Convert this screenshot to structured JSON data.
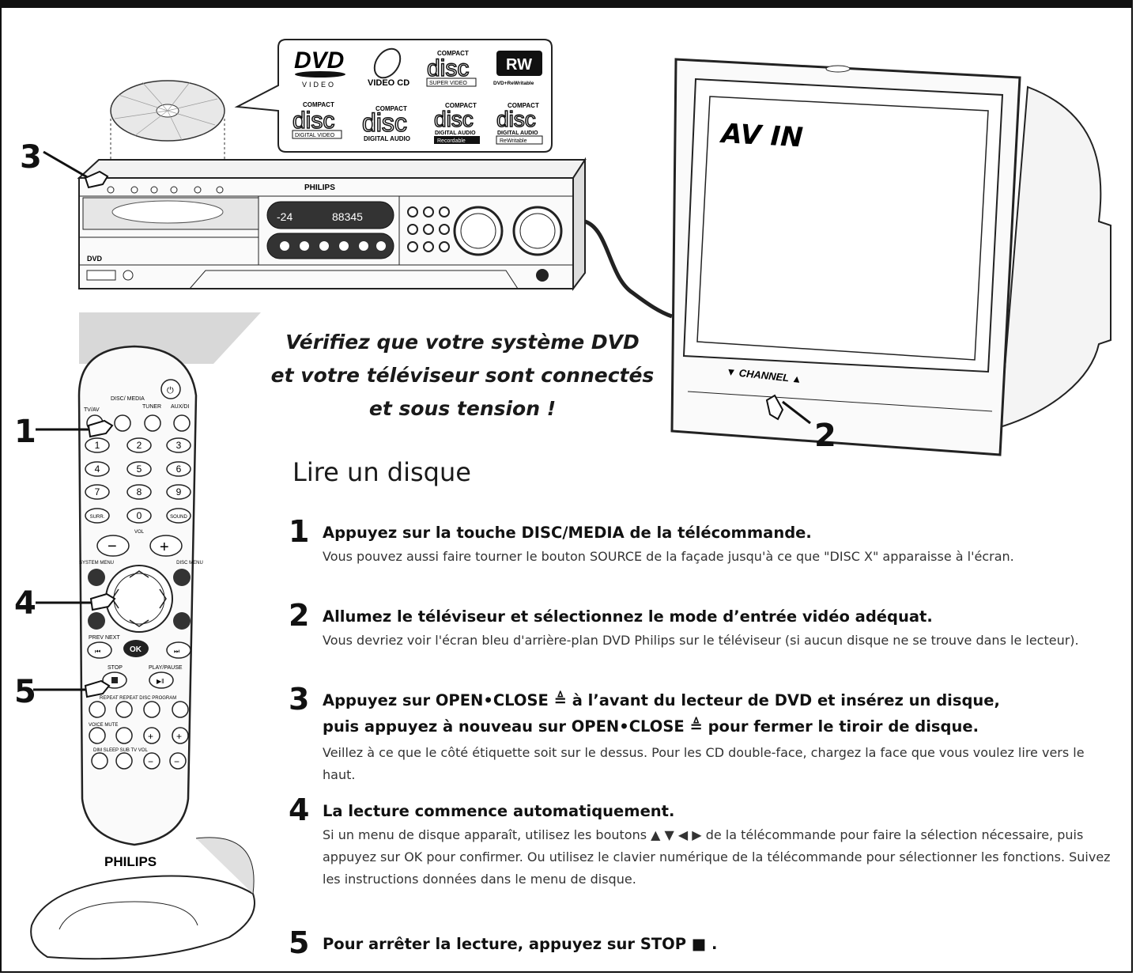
{
  "logos": {
    "dvd": "DVD",
    "dvd_sub": "VIDEO",
    "videocd": "VIDEO CD",
    "svcd_top": "COMPACT",
    "svcd_disc": "disc",
    "svcd_sub": "SUPER VIDEO",
    "rw": "RW",
    "rw_sub": "DVD+ReWritable",
    "cd_dv_top": "COMPACT",
    "cd_dv_sub": "DIGITAL VIDEO",
    "cd_da_top": "COMPACT",
    "cd_da_sub": "DIGITAL AUDIO",
    "cd_r_top": "COMPACT",
    "cd_r_sub1": "DIGITAL AUDIO",
    "cd_r_sub2": "Recordable",
    "cd_rw_top": "COMPACT",
    "cd_rw_sub1": "DIGITAL AUDIO",
    "cd_rw_sub2": "ReWritable"
  },
  "device": {
    "brand": "PHILIPS",
    "display_left": "-24",
    "display_right": "88345"
  },
  "tv": {
    "screen_text": "AV IN",
    "channel_label": "▼ CHANNEL ▲"
  },
  "remote": {
    "brand": "PHILIPS",
    "labels": {
      "tvav": "TV/AV",
      "disc": "DISC/ MEDIA",
      "tuner": "TUNER",
      "aux": "AUX/DI",
      "surr": "SURR.",
      "sound": "SOUND",
      "vol": "VOL",
      "system_menu": "SYSTEM MENU",
      "disc_menu": "DISC MENU",
      "prevnext": "PREV NEXT",
      "ok": "OK",
      "stop": "STOP",
      "playpause": "PLAY/PAUSE",
      "repeat": "REPEAT REPEAT DISC PROGRAM",
      "voice": "VOICE MUTE",
      "dim": "DIM SLEEP SUB TV VOL"
    }
  },
  "callouts": [
    "1",
    "2",
    "3",
    "4",
    "5"
  ],
  "tagline": [
    "Vérifiez que votre système DVD",
    "et votre téléviseur sont connectés",
    "et sous tension !"
  ],
  "heading": "Lire un disque",
  "steps": [
    {
      "num": "1",
      "title": "Appuyez sur la touche DISC/MEDIA de la télécommande.",
      "body": "Vous pouvez aussi faire tourner le bouton SOURCE de la façade jusqu'à ce que \"DISC X\" apparaisse à l'écran."
    },
    {
      "num": "2",
      "title": "Allumez le téléviseur et sélectionnez le mode d’entrée vidéo adéquat.",
      "body": "Vous devriez voir l'écran bleu d'arrière-plan DVD Philips sur le téléviseur (si aucun disque ne se trouve dans le lecteur)."
    },
    {
      "num": "3",
      "title": "Appuyez sur OPEN•CLOSE ≜ à l’avant du lecteur de DVD et insérez un disque,",
      "title2": "puis appuyez à nouveau sur OPEN•CLOSE ≜ pour fermer le tiroir de disque.",
      "body": "Veillez à ce que le côté étiquette soit sur le dessus. Pour les CD double-face, chargez la face que vous voulez lire vers le haut."
    },
    {
      "num": "4",
      "title": "La lecture commence automatiquement.",
      "body": "Si un menu de disque apparaît, utilisez les boutons ▲ ▼ ◀ ▶ de la télécommande pour faire la sélection nécessaire, puis appuyez sur OK pour confirmer. Ou utilisez le clavier numérique de la télécommande pour sélectionner les fonctions. Suivez les instructions données dans le menu de disque."
    },
    {
      "num": "5",
      "title": "Pour arrêter la lecture, appuyez sur STOP ■ ."
    }
  ]
}
